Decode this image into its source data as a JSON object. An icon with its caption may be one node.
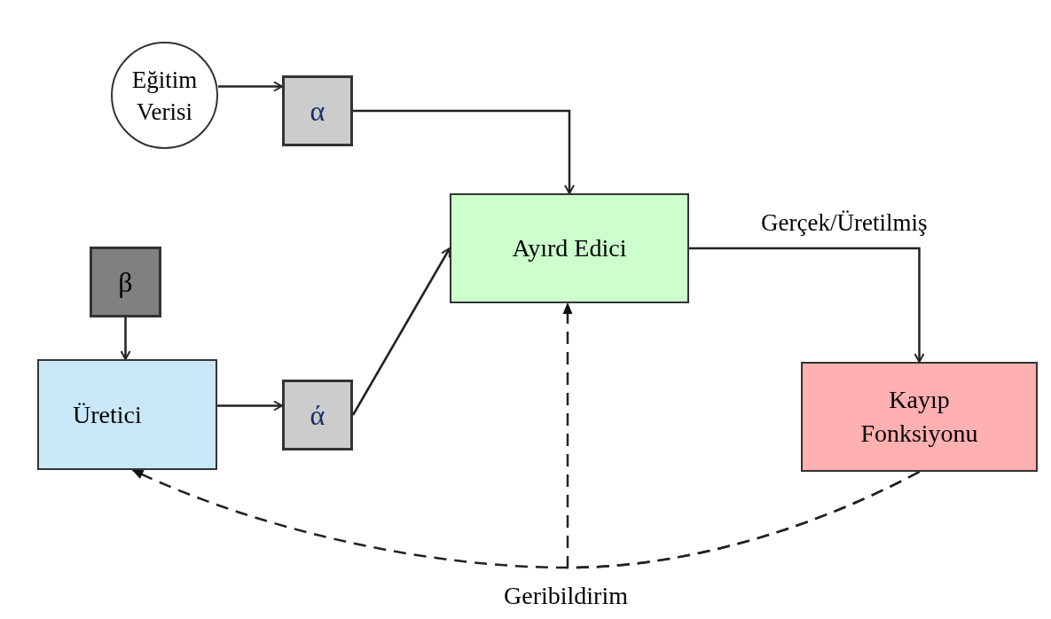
{
  "diagram": {
    "nodes": [
      {
        "text": [
          "Eğitim Verisi"
        ]
      },
      {
        "text": [
          "α"
        ]
      },
      {
        "text": [
          "β"
        ]
      },
      {
        "text": [
          "Üretici"
        ]
      },
      {
        "text": [
          "ά"
        ]
      },
      {
        "text": [
          "Ayırd Edici"
        ]
      },
      {
        "text": [
          "Kayıp Fonksiyonu"
        ]
      }
    ],
    "edges": [
      {
        "from": 0,
        "to": 1,
        "arrow": "to"
      },
      {
        "from": 1,
        "to": 5,
        "arrow": "to"
      },
      {
        "from": 2,
        "to": 3,
        "arrow": "to"
      },
      {
        "from": 3,
        "to": 4,
        "arrow": "to"
      },
      {
        "from": 4,
        "to": 5,
        "arrow": "to"
      },
      {
        "from": 5,
        "to": 6,
        "arrow": "to",
        "label": "Gerçek/Üretilmiş"
      },
      {
        "from": 6,
        "to": 3,
        "arrow": "to",
        "style": "dashed"
      },
      {
        "from": 6,
        "to": 5,
        "arrow": "to",
        "style": "dashed"
      }
    ],
    "labels": [
      "Geribildirim"
    ]
  }
}
